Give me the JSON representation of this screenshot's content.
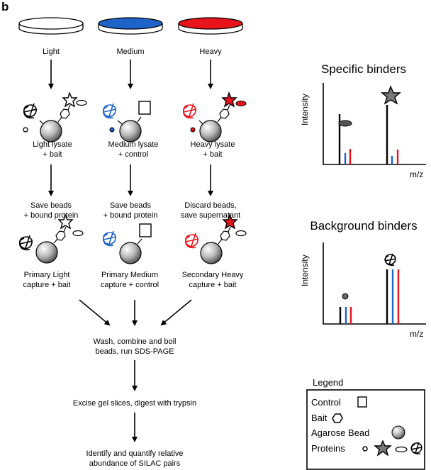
{
  "panel_label": "b",
  "dishes": [
    {
      "label": "Light",
      "color": "#ffffff"
    },
    {
      "label": "Medium",
      "color": "#1e63c8"
    },
    {
      "label": "Heavy",
      "color": "#e8141c"
    }
  ],
  "lysate_labels": [
    [
      "Light lysate",
      "+ bait"
    ],
    [
      "Medium lysate",
      "+ control"
    ],
    [
      "Heavy lysate",
      "+ bait"
    ]
  ],
  "step_labels": [
    [
      "Save beads",
      "+ bound protein"
    ],
    [
      "Save beads",
      "+ bound protein"
    ],
    [
      "Discard beads,",
      "save supernatant"
    ]
  ],
  "capture_labels": [
    [
      "Primary Light",
      "capture + bait"
    ],
    [
      "Primary Medium",
      "capture + control"
    ],
    [
      "Secondary Heavy",
      "capture + bait"
    ]
  ],
  "flow_steps": [
    [
      "Wash, combine and boil",
      "beads, run SDS-PAGE"
    ],
    [
      "Excise gel slices, digest with trypsin"
    ],
    [
      "Identify and quantify relative",
      "abundance of SILAC pairs"
    ]
  ],
  "spectra": [
    {
      "title": "Specific binders",
      "ylabel": "Intensity",
      "xlabel": "m/z"
    },
    {
      "title": "Background binders",
      "ylabel": "Intensity",
      "xlabel": "m/z"
    }
  ],
  "legend": {
    "title": "Legend",
    "items": [
      "Control",
      "Bait",
      "Agarose Bead",
      "Proteins"
    ]
  },
  "colors": {
    "light": "#000000",
    "medium": "#1e63c8",
    "heavy": "#e8141c"
  }
}
